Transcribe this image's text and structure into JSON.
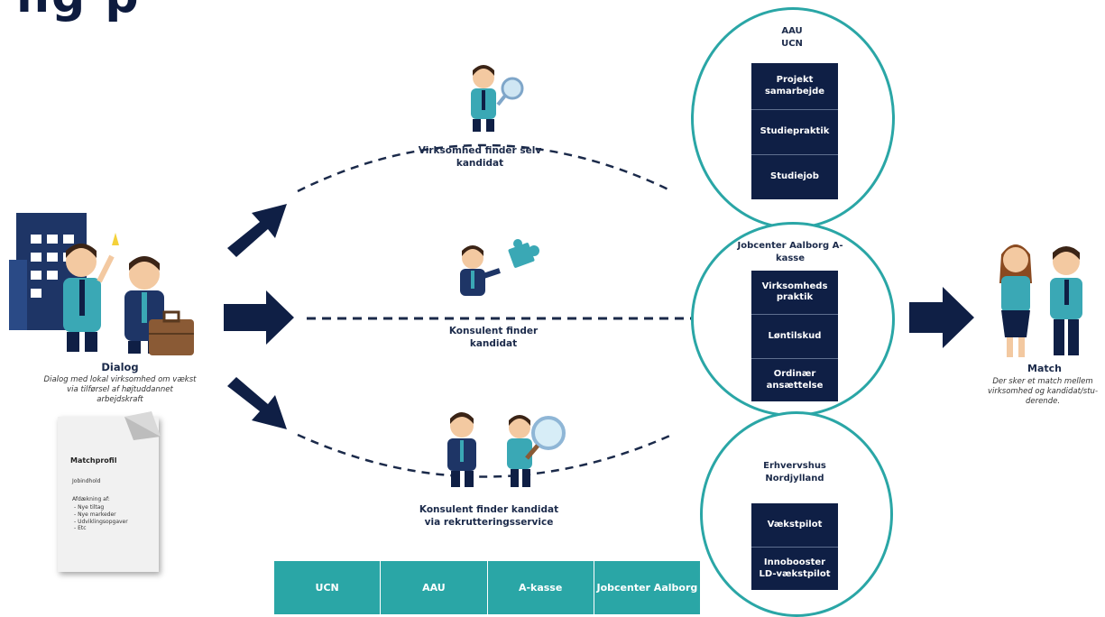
{
  "title_fragment": "ng p",
  "top_path": {
    "label": "Virksomhed finder selv kandidat"
  },
  "middle_path": {
    "label": "Konsulent finder kandidat"
  },
  "bottom_path": {
    "label": "Konsulent finder kandidat via rekrutteringsservice"
  },
  "dialog": {
    "title": "Dialog",
    "subtitle": "Dialog med lokal virksomhed om vækst via tilførsel af højtuddannet arbejdskraft"
  },
  "matchprofil": {
    "title": "Matchprofil",
    "line1": "Jobindhold",
    "line2": "Afdækning af:",
    "bullets": [
      "- Nye tiltag",
      "- Nye markeder",
      "- Udviklingsopgaver",
      "- Etc"
    ]
  },
  "circle_top": {
    "heading": "AAU UCN",
    "items": [
      "Projekt samarbejde",
      "Studiepraktik",
      "Studiejob"
    ]
  },
  "circle_mid": {
    "heading": "Jobcenter Aalborg A-kasse",
    "items": [
      "Virksomheds praktik",
      "Løntilskud",
      "Ordinær ansættelse"
    ]
  },
  "circle_bottom": {
    "heading": "Erhvervshus Nordjylland",
    "items": [
      "Vækstpilot",
      "Innobooster LD-vækstpilot"
    ]
  },
  "match": {
    "title": "Match",
    "subtitle": "Der sker et match mellem virksomhed og kandidat/stu-derende."
  },
  "partners": [
    "UCN",
    "AAU",
    "A-kasse",
    "Jobcenter Aalborg"
  ],
  "colors": {
    "navy": "#0f1f45",
    "teal": "#2aa6a6"
  }
}
